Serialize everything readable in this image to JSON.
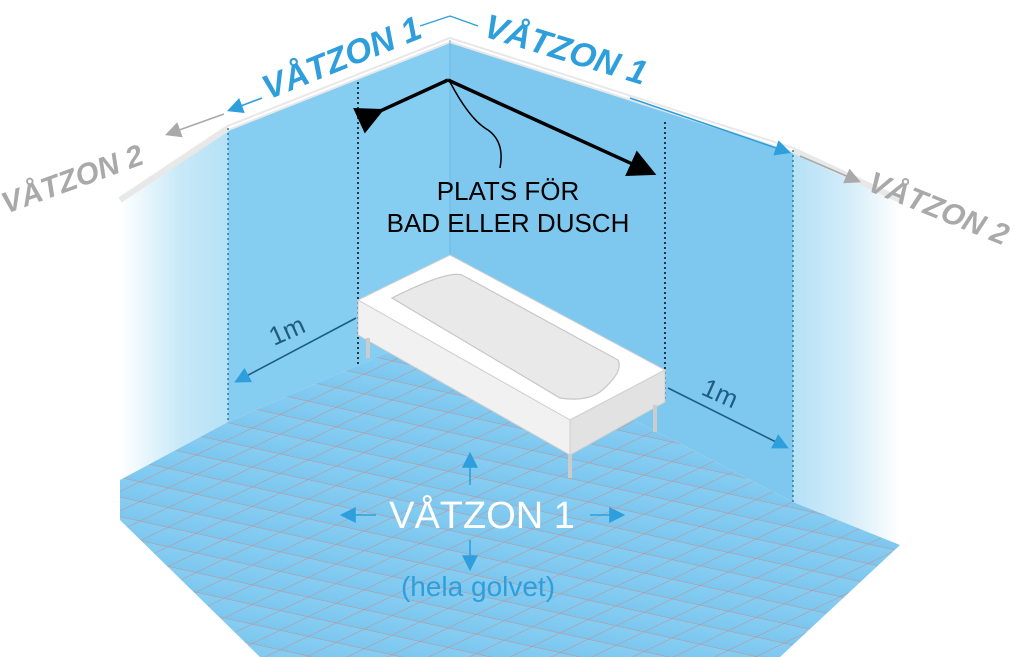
{
  "diagram": {
    "top_left_zone": "VÅTZON 1",
    "top_right_zone": "VÅTZON 1",
    "left_zone2": "VÅTZON 2",
    "right_zone2": "VÅTZON 2",
    "center_label_line1": "PLATS FÖR",
    "center_label_line2": "BAD ELLER DUSCH",
    "left_distance": "1m",
    "right_distance": "1m",
    "floor_zone": "VÅTZON 1",
    "floor_note": "(hela golvet)"
  },
  "colors": {
    "zone1_blue": "#2e9fdc",
    "zone2_gray": "#a9a9a9",
    "wall_blue": "#86cdf2",
    "floor_blue": "#7ec8ef"
  }
}
